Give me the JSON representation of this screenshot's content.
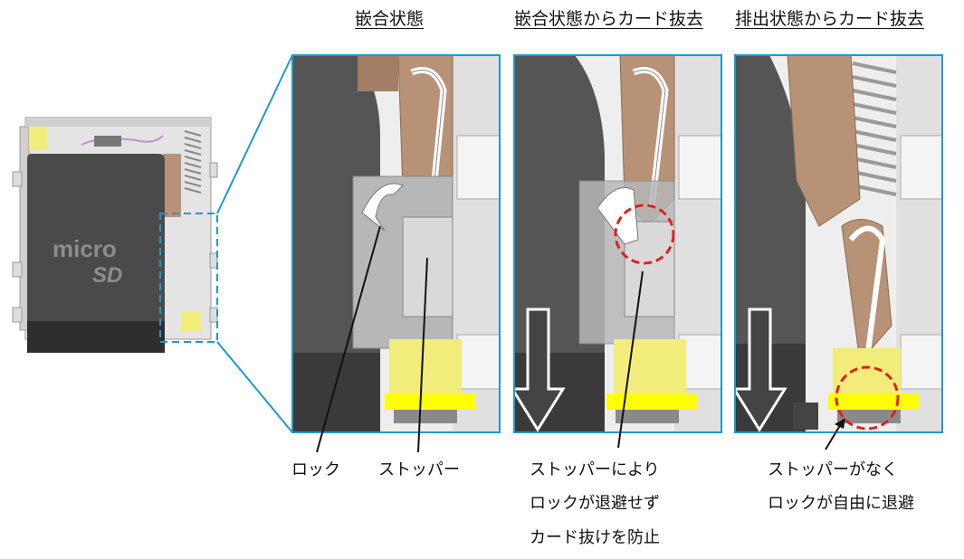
{
  "headings": {
    "panel1": "嵌合状態",
    "panel2": "嵌合状態からカード抜去",
    "panel3": "排出状態からカード抜去"
  },
  "card_logo": {
    "text_micro": "micro",
    "text_sd": "SD"
  },
  "labels": {
    "lock": "ロック",
    "stopper": "ストッパー",
    "panel2_line1": "ストッパーにより",
    "panel2_line2": "ロックが退避せず",
    "panel2_line3": "カード抜けを防止",
    "panel3_line1": "ストッパーがなく",
    "panel3_line2": "ロックが自由に退避"
  },
  "colors": {
    "frame_blue": "#1a9bd0",
    "highlight_red": "#e0201b",
    "brass": "#b89277",
    "yellow": "#f2ec7a",
    "card_dark": "#4a4a4a"
  }
}
